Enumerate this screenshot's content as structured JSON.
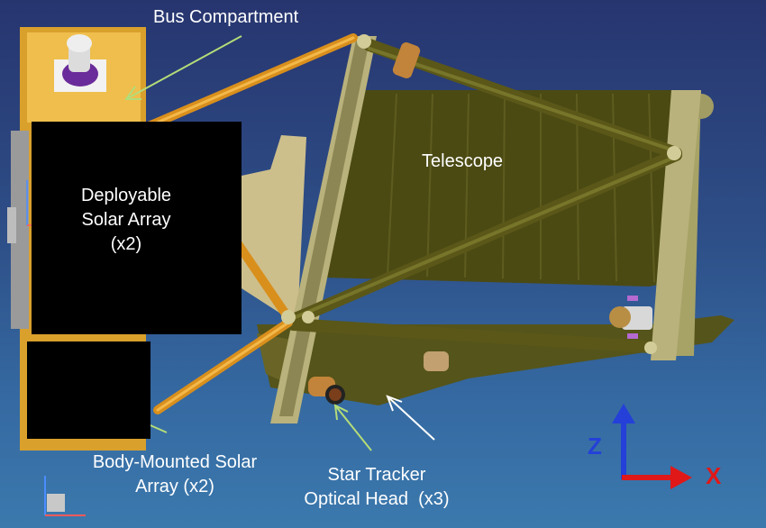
{
  "labels": {
    "bus_compartment": "Bus Compartment",
    "telescope": "Telescope",
    "deployable_solar_array": [
      "Deployable",
      "Solar Array",
      "(x2)"
    ],
    "body_mounted_solar_array": [
      "Body-Mounted Solar",
      "Array (x2)"
    ],
    "star_tracker": [
      "Star Tracker",
      "Optical Head  (x3)"
    ]
  },
  "axes": {
    "z": "Z",
    "x": "X"
  },
  "colors": {
    "background_top": "#27356f",
    "background_bottom": "#3b79ad",
    "callout_arrow": "#b4dc78",
    "bus_body": "#e8b23a",
    "telescope_body": "#4a4a12",
    "struts": "#e09a2a",
    "z_axis": "#2440d8",
    "x_axis": "#e01818"
  }
}
